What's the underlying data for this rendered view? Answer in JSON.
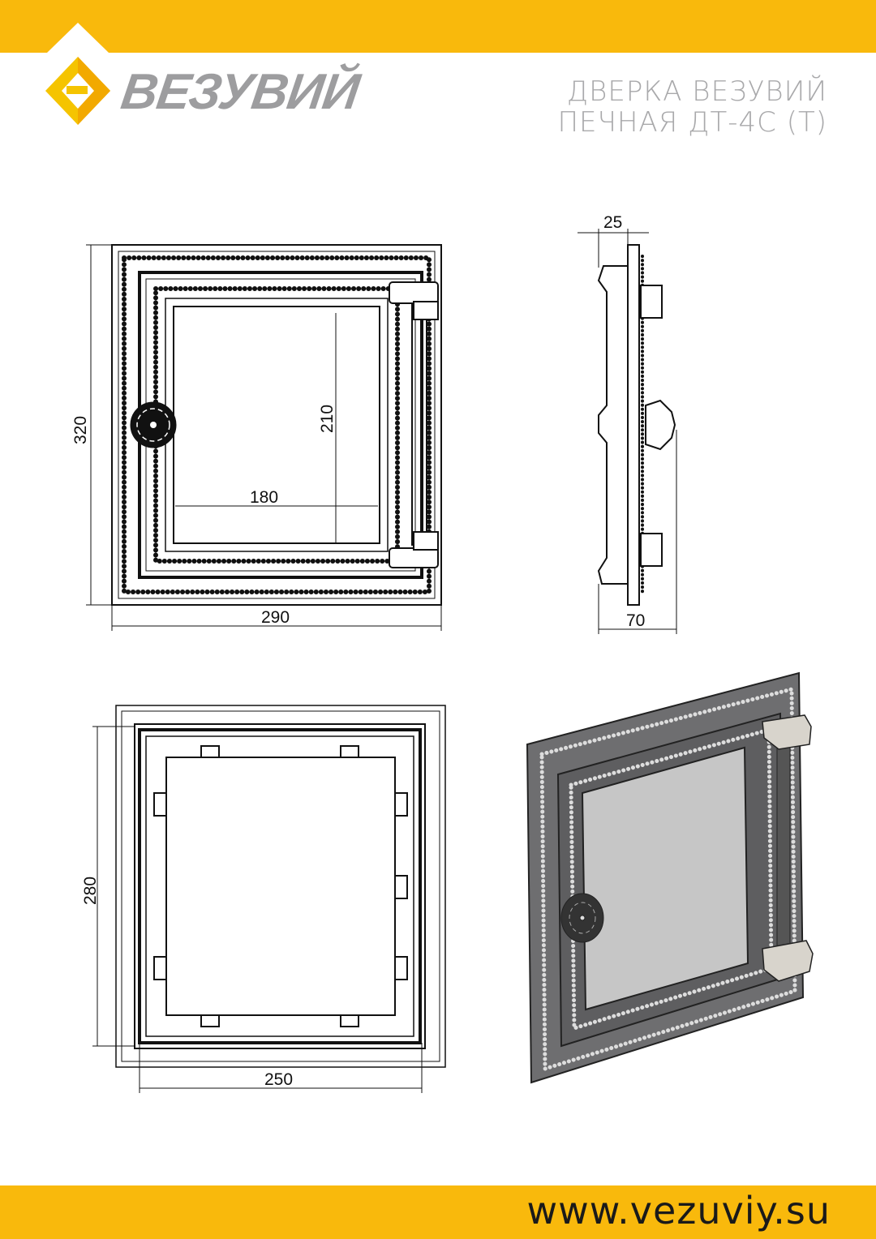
{
  "header": {
    "brand": "ВЕЗУВИЙ",
    "title_line1": "ДВЕРКА ВЕЗУВИЙ",
    "title_line2": "ПЕЧНАЯ ДТ-4С (Т)"
  },
  "dimensions": {
    "front_height": "320",
    "front_width": "290",
    "glass_height": "210",
    "glass_width": "180",
    "side_depth_top": "25",
    "side_depth_bottom": "70",
    "back_height": "280",
    "back_width": "250"
  },
  "footer": {
    "url": "www.vezuviy.su"
  },
  "colors": {
    "accent": "#F9B90C",
    "brand_gray": "#9d9d9f"
  }
}
